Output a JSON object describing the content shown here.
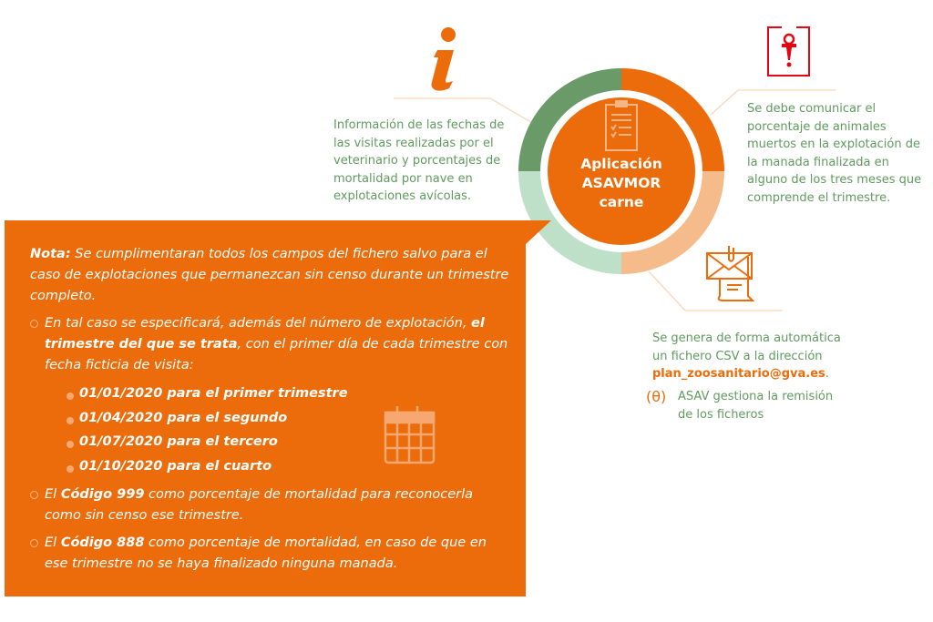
{
  "center": {
    "line1": "Aplicación",
    "line2": "ASAVMOR",
    "line3": "carne"
  },
  "info_text": "Información de las fechas de las visitas realizadas por el veterinario y porcentajes de mortalidad por nave en explotaciones avícolas.",
  "warning_text": "Se debe comunicar el porcentaje de animales muertos en la explotación de la manada finalizada en alguno de los tres meses que comprende el trimestre.",
  "csv": {
    "text": "Se genera de forma automática un fichero CSV a la dirección",
    "email": "plan_zoosanitario@gva.es",
    "email_suffix": ".",
    "theta_symbol": "(θ)",
    "asav_text": "ASAV gestiona la remisión de los ficheros"
  },
  "note": {
    "label": "Nota:",
    "intro": " Se cumplimentaran todos los campos del fichero salvo para el caso de explotaciones que permanezcan sin censo durante un trimestre completo.",
    "b1_pre": "En tal caso se especificará, además del número de explotación, ",
    "b1_bold": "el trimestre del que se trata",
    "b1_post": ", con el primer día de cada trimestre con fecha ficticia de visita:",
    "dates": [
      "01/01/2020 para el primer trimestre",
      "01/04/2020 para el segundo",
      "01/07/2020 para el tercero",
      "01/10/2020 para el cuarto"
    ],
    "b2_pre": "El ",
    "b2_bold": "Código 999",
    "b2_post": " como porcentaje de mortalidad para reconocerla como sin censo ese trimestre.",
    "b3_pre": "El ",
    "b3_bold": "Código 888",
    "b3_post": " como porcentaje de mortalidad, en caso de que en ese trimestre no se haya finalizado ninguna manada."
  },
  "colors": {
    "orange": "#ec6c0b",
    "dark_green": "#6a9a67",
    "light_green": "#bfe0c8",
    "light_orange": "#f6bb8a",
    "red": "#e30613",
    "text_green": "#5f9a5e"
  }
}
